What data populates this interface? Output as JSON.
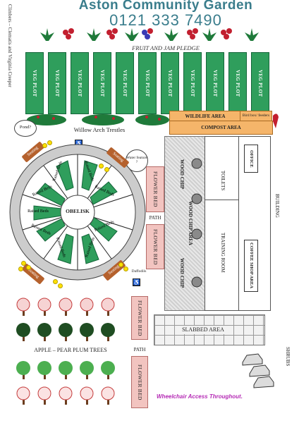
{
  "header": {
    "title": "Aston Community Garden",
    "phone": "0121 333 7490"
  },
  "side_note": "Climbers – Clematis and Virginia Creeper",
  "fruit_pledge": "FRUIT AND JAM PLEDGE",
  "veg_plots": [
    "VEG PLOT",
    "VEG PLOT",
    "VEG PLOT",
    "VEG PLOT",
    "VEG PLOT",
    "VEG PLOT",
    "VEG PLOT",
    "VEG PLOT",
    "VEG PLOT",
    "VEG PLOT",
    "VEG PLOT"
  ],
  "willow_arch": "Willow Arch Trestles",
  "pond": "Pond?",
  "water_feature": "Water feature ?",
  "wildlife_area": "WILDLIFE AREA",
  "bird_box": "Bird box/ feeders",
  "compost_area": "COMPOST AREA",
  "circle": {
    "center": "OBELISK",
    "beds": [
      "Raised Beds",
      "Raised Beds",
      "Raised Beds",
      "Raised Beds",
      "Raised Beds",
      "Raised Beds",
      "Raised Beds",
      "Raised Beds",
      "Raised Beds",
      "Raised Beds"
    ]
  },
  "seating": [
    "Seating",
    "Seating",
    "Seating",
    "Seating"
  ],
  "daffodils": "Daffodils",
  "flower_beds": [
    "FLOWER BED",
    "FLOWER BED",
    "FLOWER BED",
    "FLOWER BED"
  ],
  "paths": [
    "PATH",
    "PATH"
  ],
  "wood_chip": [
    "WOOD CHIP",
    "WOOD CHIP AREA",
    "WOOD CHIP"
  ],
  "toilets": "TOILETS",
  "training_room": "TRAINING ROOM",
  "office": "OFFICE",
  "coffee_shop": "COFFEE SHOP AREA",
  "building": "BUILDING",
  "slabbed_area": "SLABBED AREA",
  "trees_label": "APPLE – PEAR PLUM TREES",
  "shrubs": "SHRUBS",
  "wheelchair_note": "Wheelchair Access Throughout.",
  "colors": {
    "veg_plot": "#2f9e5c",
    "flower_bed": "#f2c4c0",
    "compost": "#f5b56a",
    "title": "#3a7d8c",
    "wheelchair_note": "#b52bb5"
  }
}
